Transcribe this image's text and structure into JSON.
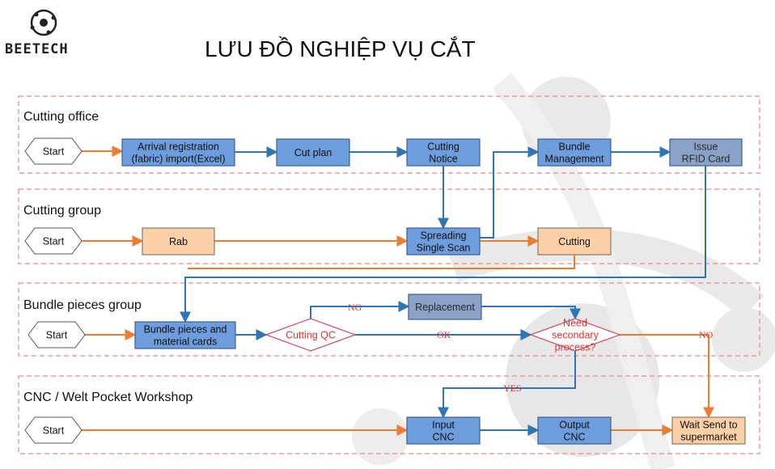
{
  "header": {
    "logo_text": "BEETECH",
    "title": "LƯU ĐỒ NGHIỆP VỤ CẮT"
  },
  "lanes": [
    {
      "id": "office",
      "label": "Cutting office"
    },
    {
      "id": "group",
      "label": "Cutting group"
    },
    {
      "id": "bundle",
      "label": "Bundle pieces group"
    },
    {
      "id": "cnc",
      "label": "CNC / Welt Pocket Workshop"
    }
  ],
  "nodes": {
    "start1": {
      "lines": [
        "Start"
      ]
    },
    "arrival": {
      "lines": [
        "Arrival registration",
        "(fabric) import(Excel)"
      ]
    },
    "cutplan": {
      "lines": [
        "Cut plan"
      ]
    },
    "notice": {
      "lines": [
        "Cutting",
        "Notice"
      ]
    },
    "bundlemgmt": {
      "lines": [
        "Bundle",
        "Management"
      ]
    },
    "issue": {
      "lines": [
        "Issue",
        "RFID Card"
      ]
    },
    "start2": {
      "lines": [
        "Start"
      ]
    },
    "rab": {
      "lines": [
        "Rab"
      ]
    },
    "spreading": {
      "lines": [
        "Spreading",
        "Single Scan"
      ]
    },
    "cutting": {
      "lines": [
        "Cutting"
      ]
    },
    "start3": {
      "lines": [
        "Start"
      ]
    },
    "bundlecards": {
      "lines": [
        "Bundle pieces and",
        "material cards"
      ]
    },
    "qc": {
      "lines": [
        "Cutting QC"
      ]
    },
    "replacement": {
      "lines": [
        "Replacement"
      ]
    },
    "secondary": {
      "lines": [
        "Need",
        "secondary",
        "process?"
      ]
    },
    "start4": {
      "lines": [
        "Start"
      ]
    },
    "inputcnc": {
      "lines": [
        "Input",
        "CNC"
      ]
    },
    "outputcnc": {
      "lines": [
        "Output",
        "CNC"
      ]
    },
    "wait": {
      "lines": [
        "Wait Send to",
        "supermarket"
      ]
    }
  },
  "edge_labels": {
    "ng": "NG",
    "ok": "OK",
    "no": "NO",
    "yes": "YES"
  },
  "colors": {
    "blue_box": "#6d9ddc",
    "blue_border": "#3f5f8f",
    "orange_box": "#fbd0a6",
    "orange_border": "#8a7a6a",
    "grey_box": "#8aa2c8",
    "blue_line": "#2e75b6",
    "orange_line": "#ed7d31",
    "lane_border": "#e88a8a",
    "decision_text": "#e03030"
  }
}
